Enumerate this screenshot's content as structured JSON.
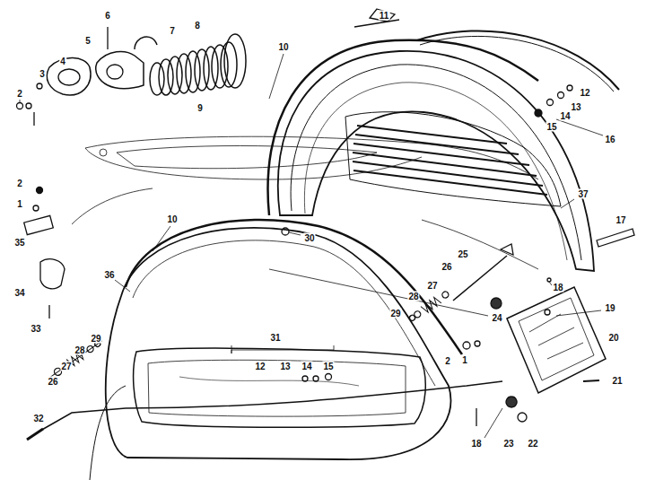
{
  "diagram": {
    "labels": [
      "2",
      "3",
      "4",
      "5",
      "6",
      "7",
      "8",
      "9",
      "10",
      "11",
      "12",
      "13",
      "14",
      "15",
      "16",
      "2",
      "1",
      "35",
      "34",
      "33",
      "36",
      "10",
      "30",
      "37",
      "17",
      "18",
      "25",
      "26",
      "27",
      "28",
      "29",
      "24",
      "19",
      "20",
      "2",
      "1",
      "21",
      "31",
      "29",
      "28",
      "27",
      "26",
      "12",
      "13",
      "14",
      "15",
      "32",
      "18",
      "23",
      "22"
    ]
  }
}
